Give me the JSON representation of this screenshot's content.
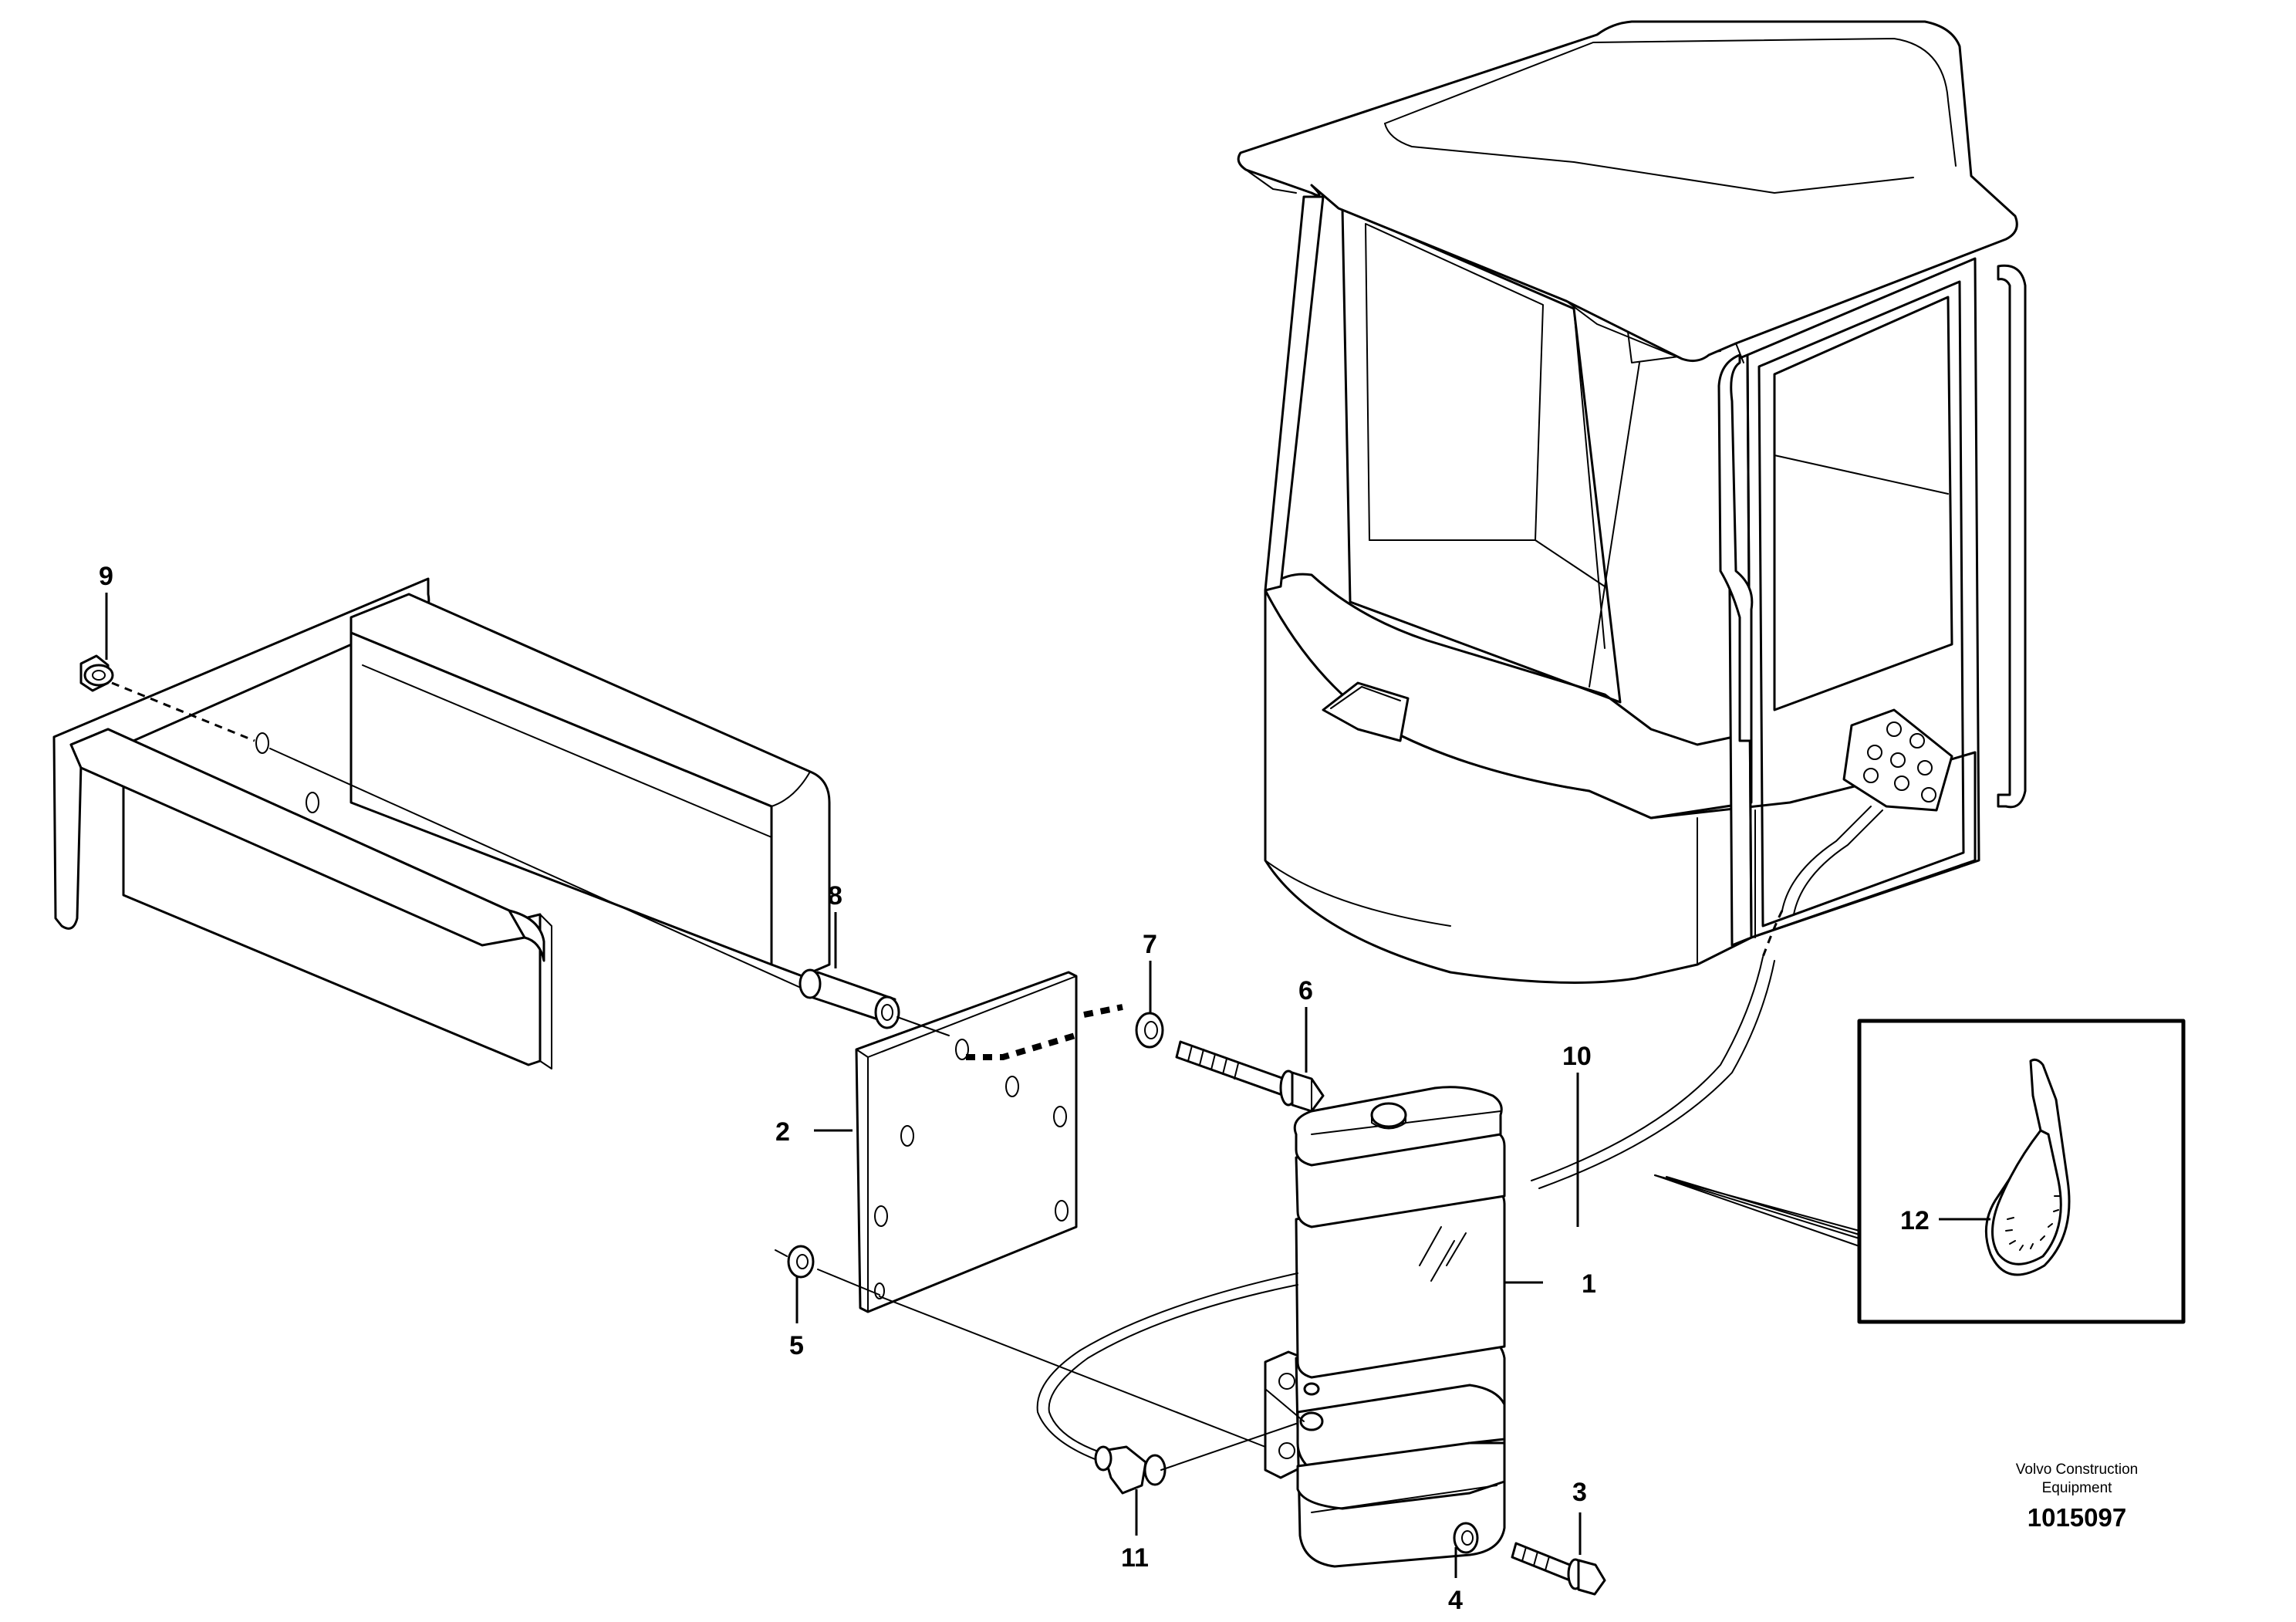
{
  "callouts": {
    "c1": "1",
    "c2": "2",
    "c3": "3",
    "c4": "4",
    "c5": "5",
    "c6": "6",
    "c7": "7",
    "c8": "8",
    "c9": "9",
    "c10": "10",
    "c11": "11",
    "c12": "12"
  },
  "footer": {
    "brand_line1": "Volvo Construction",
    "brand_line2": "Equipment",
    "doc_number": "1015097"
  }
}
